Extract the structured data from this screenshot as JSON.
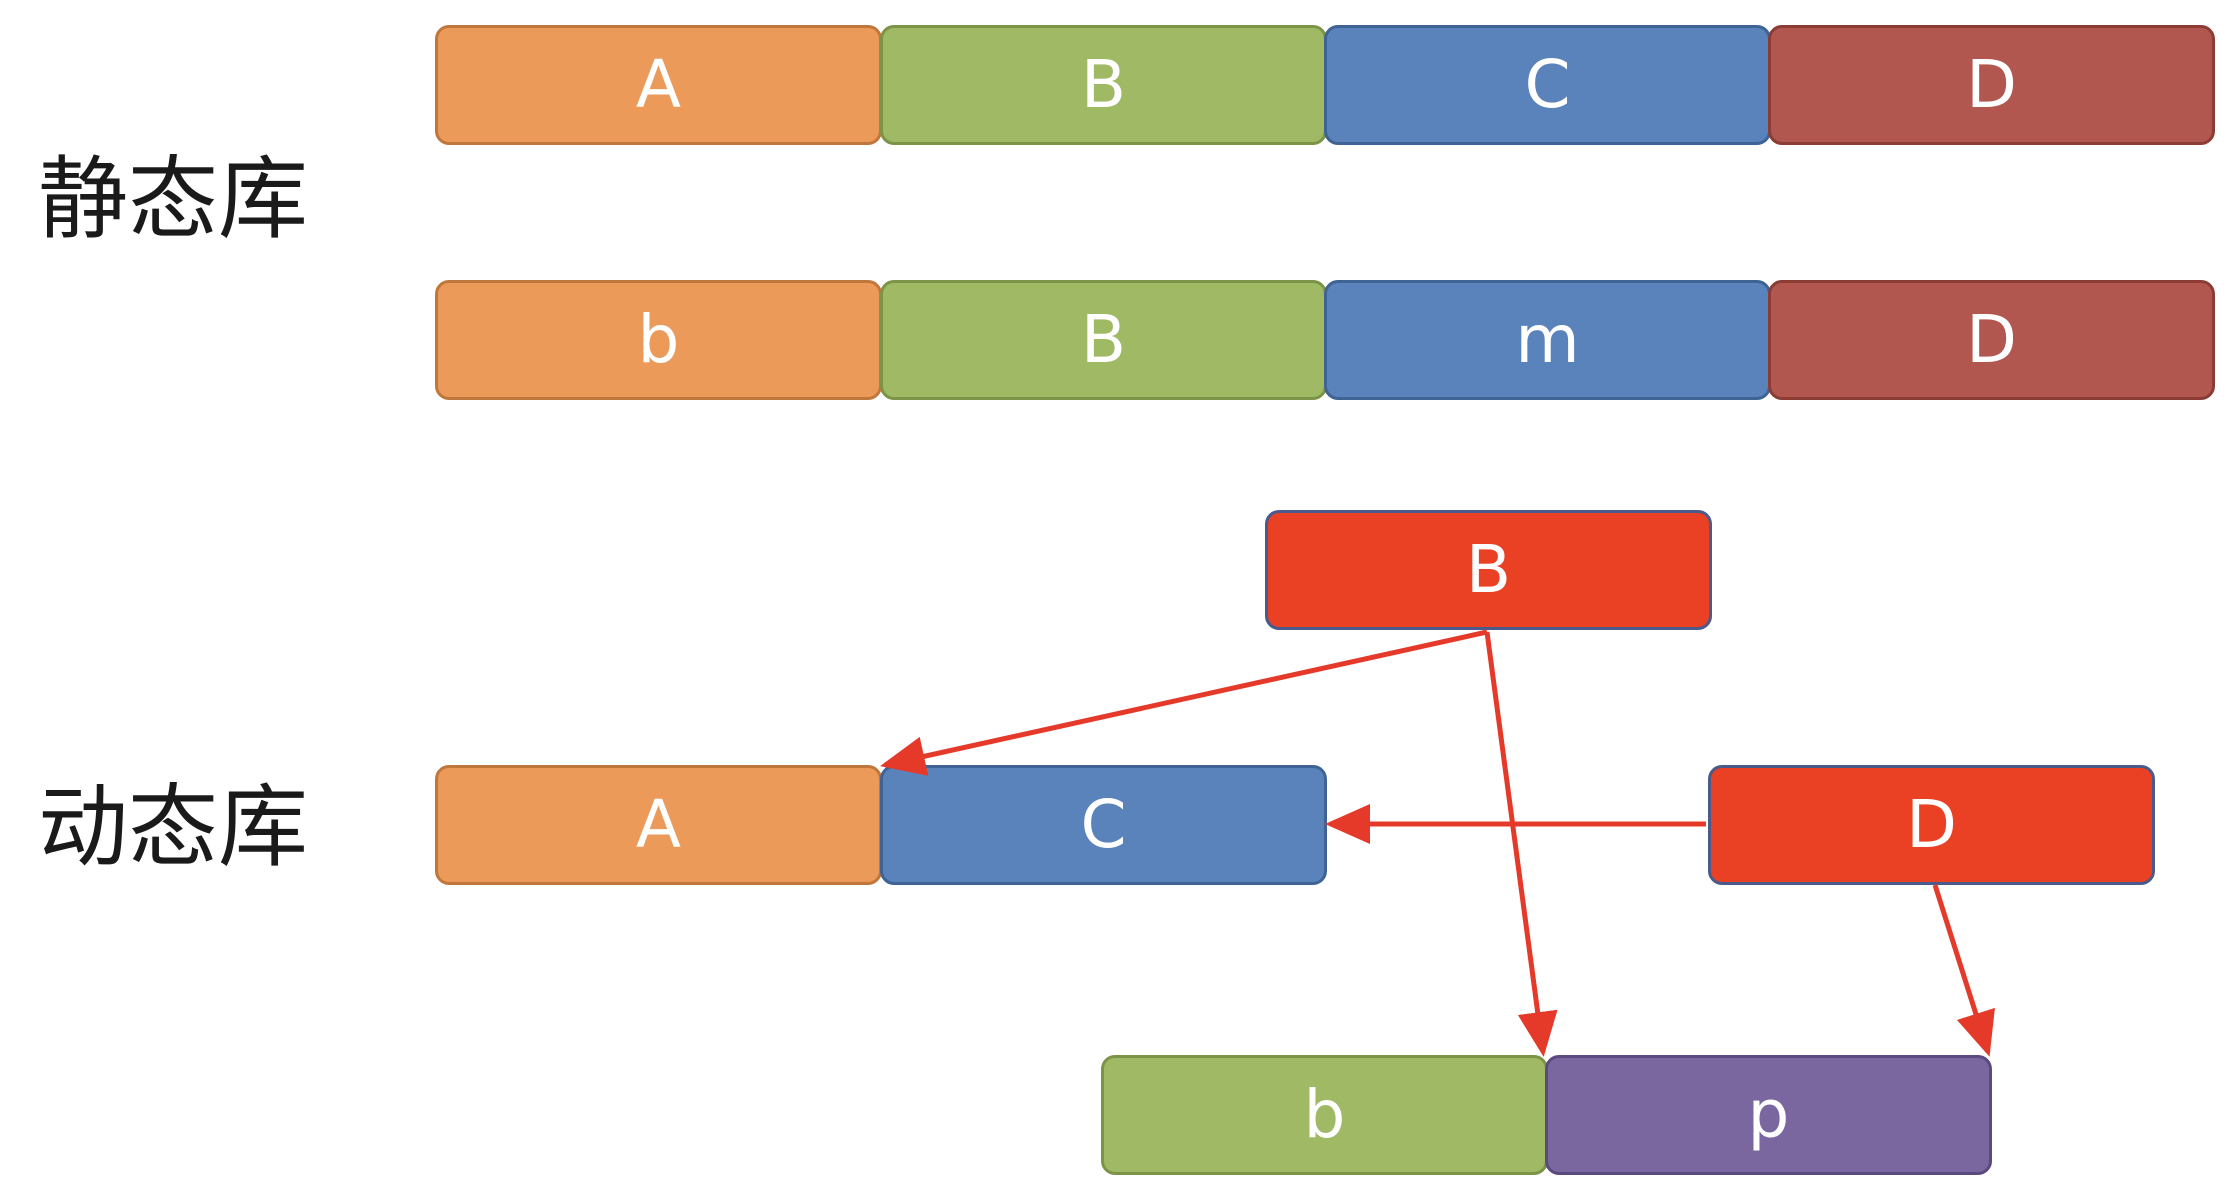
{
  "static_library": {
    "label": "静态库",
    "row1": [
      "A",
      "B",
      "C",
      "D"
    ],
    "row2": [
      "b",
      "B",
      "m",
      "D"
    ]
  },
  "dynamic_library": {
    "label": "动态库",
    "node_b": "B",
    "node_d": "D",
    "row_middle": [
      "A",
      "C"
    ],
    "row_bottom": [
      "b",
      "p"
    ]
  },
  "colors": {
    "orange": "#eb9a59",
    "green": "#9fb965",
    "blue": "#5a82bb",
    "brick": "#b1574f",
    "red": "#ea4024",
    "purple": "#7b67a0",
    "arrow": "#e5392a"
  }
}
